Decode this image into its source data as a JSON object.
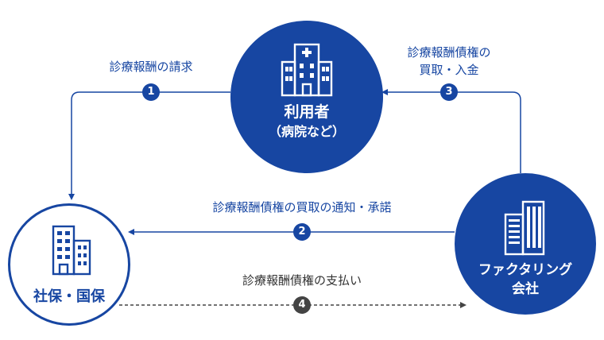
{
  "colors": {
    "primary": "#1746a2",
    "dark": "#444444",
    "text_dark": "#333333"
  },
  "nodes": {
    "user": {
      "label": "利用者",
      "sublabel": "（病院など）",
      "icon": "hospital-icon"
    },
    "insurer": {
      "label": "社保・国保",
      "icon": "office-building-icon"
    },
    "factoring": {
      "label_line1": "ファクタリング",
      "label_line2": "会社",
      "icon": "skyscraper-icon"
    }
  },
  "flows": [
    {
      "step": "1",
      "label": "診療報酬の請求"
    },
    {
      "step": "2",
      "label": "診療報酬債権の買取の通知・承諾"
    },
    {
      "step": "3",
      "label_line1": "診療報酬債権の",
      "label_line2": "買取・入金"
    },
    {
      "step": "4",
      "label": "診療報酬債権の支払い"
    }
  ]
}
